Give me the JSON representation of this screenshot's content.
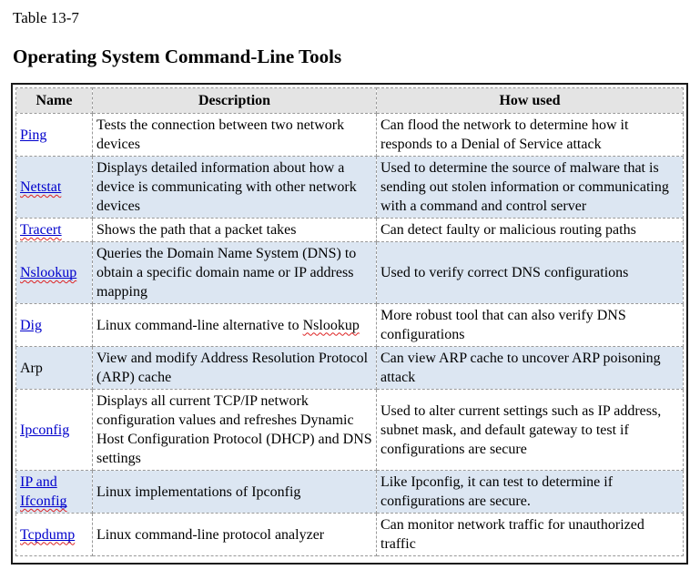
{
  "caption": "Table 13-7",
  "title": "Operating System Command-Line Tools",
  "colors": {
    "link": "#0000cc",
    "shaded_row": "#dce6f2",
    "header_bg": "#e4e4e4",
    "squiggle": "#dd2222",
    "outer_border": "#1a1a1a",
    "cell_border": "#999999"
  },
  "table": {
    "columns": [
      "Name",
      "Description",
      "How used"
    ],
    "rows": [
      {
        "name": "Ping",
        "link": true,
        "description": "Tests the connection between two network devices",
        "how_used": "Can flood the network to determine how it responds to a Denial of Service attack"
      },
      {
        "name": "Netstat",
        "link": true,
        "name_squiggle": "Netstat",
        "description": "Displays detailed information about how a device is communicating with other network devices",
        "how_used": "Used to determine the source of malware that is sending out stolen information or communicating with a command and control server"
      },
      {
        "name": "Tracert",
        "link": true,
        "name_squiggle": "Tracert",
        "description": "Shows the path that a packet takes",
        "how_used": "Can detect faulty or malicious routing paths"
      },
      {
        "name": "Nslookup",
        "link": true,
        "name_squiggle": "Nslookup",
        "description": "Queries the Domain Name System (DNS) to obtain a specific domain name or IP address mapping",
        "how_used": "Used to verify correct DNS configurations"
      },
      {
        "name": "Dig",
        "link": true,
        "description": "Linux command-line alternative to Nslookup",
        "description_squiggle": "Nslookup",
        "how_used": "More robust tool that can also verify DNS configurations"
      },
      {
        "name": "Arp",
        "link": false,
        "description": "View and modify Address Resolution Protocol (ARP) cache",
        "how_used": "Can view ARP cache to uncover ARP poisoning attack"
      },
      {
        "name": "Ipconfig",
        "link": true,
        "description": "Displays all current TCP/IP network configuration values and refreshes Dynamic Host Configuration Protocol (DHCP) and DNS settings",
        "how_used": "Used to alter current settings such as IP address, subnet mask, and default gateway to test if configurations are secure"
      },
      {
        "name": "IP and Ifconfig",
        "link": true,
        "name_squiggle": "Ifconfig",
        "description": "Linux implementations of Ipconfig",
        "how_used": "Like Ipconfig, it can test to determine if configurations are secure."
      },
      {
        "name": "Tcpdump",
        "link": true,
        "name_squiggle": "Tcpdump",
        "description": "Linux command-line protocol analyzer",
        "how_used": "Can monitor network traffic for unauthorized traffic"
      }
    ]
  }
}
